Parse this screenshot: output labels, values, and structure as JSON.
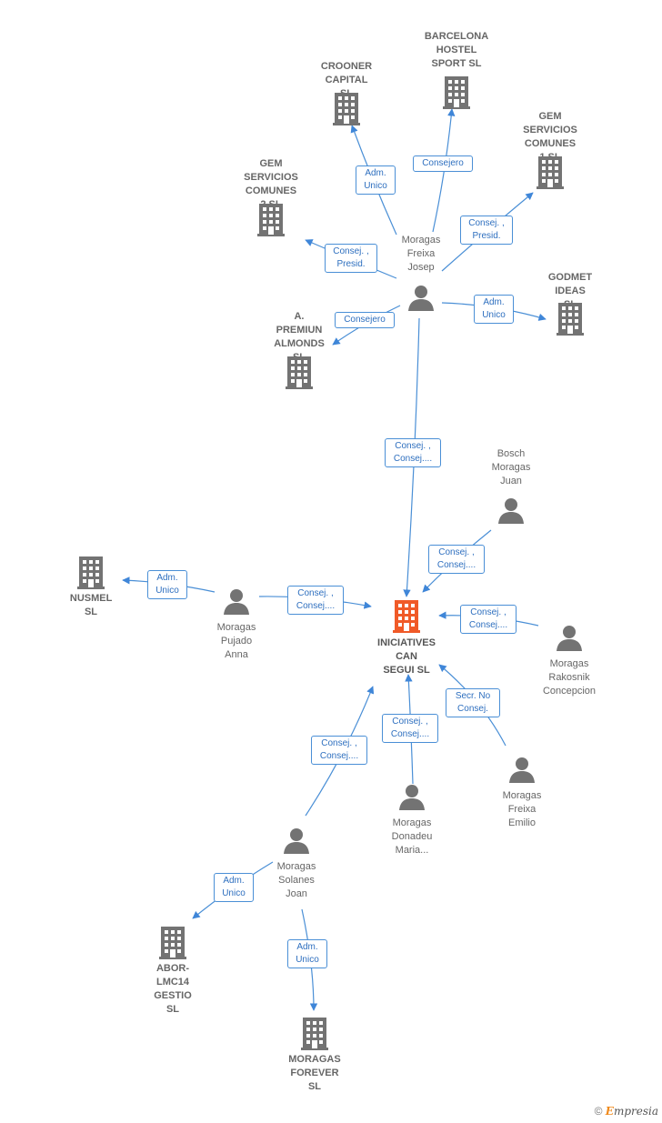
{
  "colors": {
    "edge": "#4a8fd6",
    "node_icon": "#737373",
    "focus_icon": "#f05a28",
    "label_text": "#666666"
  },
  "nodes": {
    "crooner": {
      "label": "CROONER\nCAPITAL  SL",
      "type": "company"
    },
    "barcelona": {
      "label": "BARCELONA\nHOSTEL\nSPORT  SL",
      "type": "company"
    },
    "gem1": {
      "label": "GEM\nSERVICIOS\nCOMUNES 1 SL",
      "type": "company"
    },
    "gem2": {
      "label": "GEM\nSERVICIOS\nCOMUNES 2 SL",
      "type": "company"
    },
    "godmet": {
      "label": "GODMET\nIDEAS  SL",
      "type": "company"
    },
    "premiun": {
      "label": "A.\nPREMIUN\nALMONDS  SL",
      "type": "company"
    },
    "josep": {
      "label": "Moragas\nFreixa\nJosep",
      "type": "person"
    },
    "bosch": {
      "label": "Bosch\nMoragas\nJuan",
      "type": "person"
    },
    "nusmel": {
      "label": "NUSMEL SL",
      "type": "company"
    },
    "anna": {
      "label": "Moragas\nPujado\nAnna",
      "type": "person"
    },
    "focus": {
      "label": "INICIATIVES\nCAN\nSEGUI  SL",
      "type": "focus"
    },
    "concepcion": {
      "label": "Moragas\nRakosnik\nConcepcion",
      "type": "person"
    },
    "emilio": {
      "label": "Moragas\nFreixa\nEmilio",
      "type": "person"
    },
    "maria": {
      "label": "Moragas\nDonadeu\nMaria...",
      "type": "person"
    },
    "joan": {
      "label": "Moragas\nSolanes\nJoan",
      "type": "person"
    },
    "abor": {
      "label": "ABOR-\nLMC14\nGESTIO  SL",
      "type": "company"
    },
    "forever": {
      "label": "MORAGAS\nFOREVER  SL",
      "type": "company"
    }
  },
  "edges": [
    {
      "label": "Adm.\nUnico"
    },
    {
      "label": "Consejero"
    },
    {
      "label": "Consej. ,\nPresid."
    },
    {
      "label": "Consej. ,\nPresid."
    },
    {
      "label": "Adm.\nUnico"
    },
    {
      "label": "Consejero"
    },
    {
      "label": "Consej. ,\nConsej...."
    },
    {
      "label": "Consej. ,\nConsej...."
    },
    {
      "label": "Adm.\nUnico"
    },
    {
      "label": "Consej. ,\nConsej...."
    },
    {
      "label": "Consej. ,\nConsej...."
    },
    {
      "label": "Secr.  No\nConsej."
    },
    {
      "label": "Consej. ,\nConsej...."
    },
    {
      "label": "Consej. ,\nConsej...."
    },
    {
      "label": "Adm.\nUnico"
    },
    {
      "label": "Adm.\nUnico"
    }
  ],
  "footer": {
    "copyright": "©",
    "brand_initial": "E",
    "brand_rest": "mpresia"
  }
}
